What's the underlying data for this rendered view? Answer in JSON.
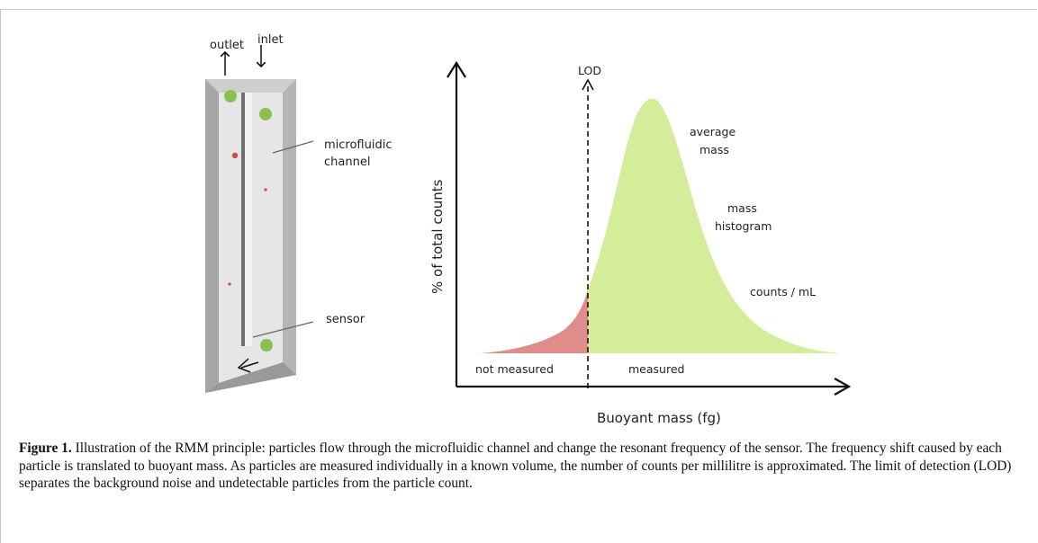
{
  "device": {
    "outlet_label": "outlet",
    "inlet_label": "inlet",
    "channel_label_line1": "microfluidic",
    "channel_label_line2": "channel",
    "sensor_label": "sensor"
  },
  "plot": {
    "y_axis_label": "% of total counts",
    "x_axis_label": "Buoyant mass (fg)",
    "lod_label": "LOD",
    "annotations": {
      "average_mass_1": "average",
      "average_mass_2": "mass",
      "histogram_1": "mass",
      "histogram_2": "histogram",
      "counts": "counts / mL",
      "not_measured": "not measured",
      "measured": "measured"
    },
    "colors": {
      "measured": "#d4ed9a",
      "not_measured": "#e08c8a",
      "particle_green": "#8cc152",
      "particle_red": "#c0504d"
    }
  },
  "caption": {
    "label": "Figure 1.",
    "text": " Illustration of the RMM principle: particles flow through the microfluidic channel and change the resonant frequency of the sensor. The frequency shift caused by each particle is translated to buoyant mass. As particles are measured individually in a known volume, the number of counts per millilitre is approximated. The limit of detection (LOD) separates the background noise and undetectable particles from the particle count."
  }
}
